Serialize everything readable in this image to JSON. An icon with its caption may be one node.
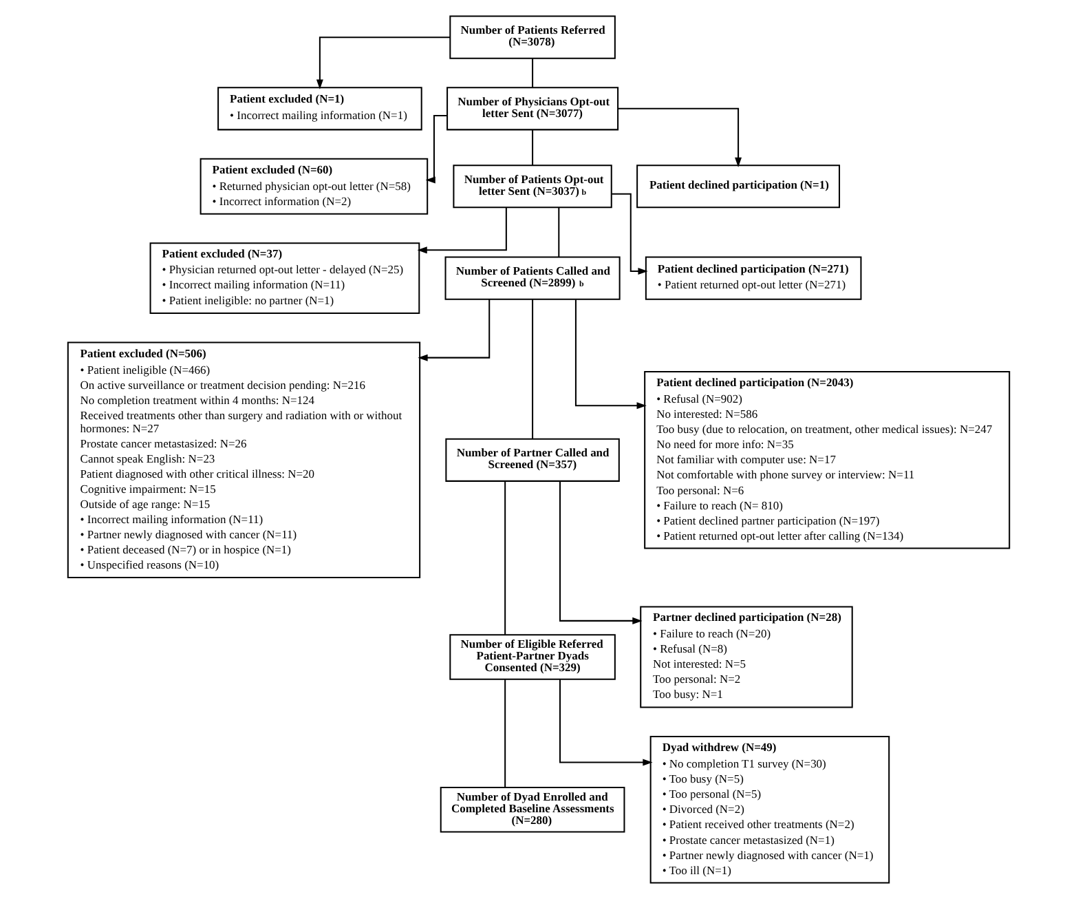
{
  "diagram": {
    "nodes": [
      {
        "text": [
          "Number of Patients Referred (N=3078)"
        ]
      },
      {
        "text": [
          "Patient excluded (N=1)",
          "• Incorrect mailing information (N=1)"
        ]
      },
      {
        "text": [
          "Number of Physicians Opt-out letter Sent (N=3077)"
        ]
      },
      {
        "text": [
          "Patient excluded (N=60)",
          "• Returned physician opt-out letter (N=58)",
          "• Incorrect information (N=2)"
        ]
      },
      {
        "text": [
          "Patient declined participation (N=1)"
        ]
      },
      {
        "text": [
          "Number of Patients Opt-out letter Sent (N=3037)$^{b}$"
        ]
      },
      {
        "text": [
          "Patient excluded (N=37)",
          "• Physician returned opt-out letter - delayed (N=25)",
          "• Incorrect mailing information (N=11)",
          "• Patient ineligible: no partner (N=1)"
        ]
      },
      {
        "text": [
          "Patient declined participation (N=271)",
          "• Patient returned opt-out letter (N=271)"
        ]
      },
      {
        "text": [
          "Number of Patients Called and Screened (N=2899)$^{b}$"
        ]
      },
      {
        "text": [
          "Patient excluded (N=506)",
          "• Patient ineligible (N=466)",
          "On active surveillance or treatment decision pending: N=216",
          "No completion treatment within 4 months: N=124",
          "Received treatments other than surgery and radiation with or without hormones: N=27",
          "Prostate cancer metastasized: N=26",
          "Cannot speak English: N=23",
          "Patient diagnosed with other critical illness: N=20",
          "Cognitive impairment: N=15",
          "Outside of age range: N=15",
          "• Incorrect mailing information (N=11)",
          "• Partner newly diagnosed with cancer (N=11)",
          "• Patient deceased (N=7) or in hospice (N=1)",
          "• Unspecified reasons (N=10)"
        ]
      },
      {
        "text": [
          "Patient declined participation (N=2043)",
          "• Refusal (N=902)",
          "No interested: N=586",
          "Too busy (due to relocation, on treatment, other medical issues): N=247",
          "No need for more info: N=35",
          "Not familiar with computer use: N=17",
          "Not comfortable with phone survey or interview: N=11",
          "Too personal: N=6",
          "• Failure to reach (N= 810)",
          "• Patient declined partner participation (N=197)",
          "• Patient returned opt-out letter after calling (N=134)"
        ]
      },
      {
        "text": [
          "Number of Partner Called and Screened (N=357)"
        ]
      },
      {
        "text": [
          "Partner declined participation (N=28)",
          "• Failure to reach (N=20)",
          "• Refusal (N=8)",
          "Not interested: N=5",
          "Too personal: N=2",
          "Too busy: N=1"
        ]
      },
      {
        "text": [
          "Number of Eligible Referred Patient-Partner Dyads Consented (N=329)"
        ]
      },
      {
        "text": [
          "Dyad withdrew (N=49)",
          "• No completion T1 survey (N=30)",
          "• Too busy (N=5)",
          "• Too personal (N=5)",
          "• Divorced (N=2)",
          "• Patient received other treatments (N=2)",
          "• Prostate cancer metastasized (N=1)",
          "• Partner newly diagnosed with cancer (N=1)",
          "• Too ill (N=1)"
        ]
      },
      {
        "text": [
          "Number of Dyad Enrolled and Completed Baseline Assessments (N=280)"
        ]
      }
    ],
    "edges": [
      {
        "from": 0,
        "to": 2,
        "arrow": "none"
      },
      {
        "from": 0,
        "to": 1,
        "arrow": "to"
      },
      {
        "from": 2,
        "to": 5,
        "arrow": "none"
      },
      {
        "from": 2,
        "to": 3,
        "arrow": "to"
      },
      {
        "from": 2,
        "to": 4,
        "arrow": "to"
      },
      {
        "from": 5,
        "to": 8,
        "arrow": "none"
      },
      {
        "from": 5,
        "to": 6,
        "arrow": "to"
      },
      {
        "from": 5,
        "to": 7,
        "arrow": "to"
      },
      {
        "from": 8,
        "to": 11,
        "arrow": "none"
      },
      {
        "from": 8,
        "to": 9,
        "arrow": "to"
      },
      {
        "from": 8,
        "to": 10,
        "arrow": "to"
      },
      {
        "from": 11,
        "to": 13,
        "arrow": "none"
      },
      {
        "from": 11,
        "to": 12,
        "arrow": "to"
      },
      {
        "from": 13,
        "to": 15,
        "arrow": "none"
      },
      {
        "from": 13,
        "to": 14,
        "arrow": "to"
      }
    ]
  }
}
